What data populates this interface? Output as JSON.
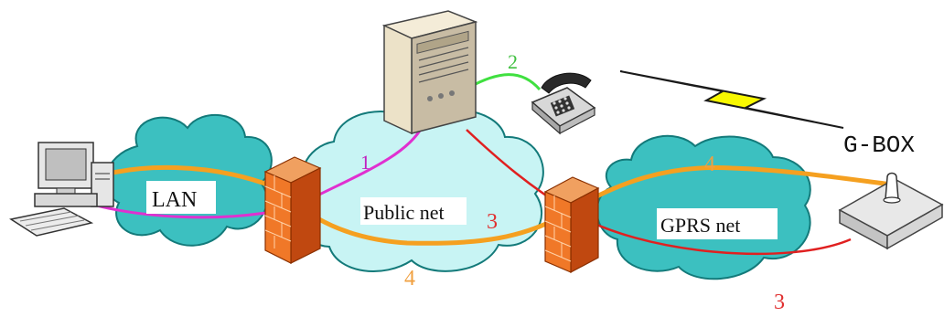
{
  "labels": {
    "lan": "LAN",
    "public_net": "Public net",
    "gprs_net": "GPRS net",
    "gbox": "G-BOX"
  },
  "path_numbers": {
    "n1": "1",
    "n2": "2",
    "n3_public": "3",
    "n3_bottom": "3",
    "n4_public": "4",
    "n4_gprs": "4"
  },
  "colors": {
    "cloud_dark": "#3cc0c0",
    "cloud_light": "#c8f4f4",
    "path_orange": "#f5a020",
    "path_red": "#e02020",
    "path_magenta": "#e030d0",
    "path_green": "#40e040",
    "lightning": "#f8f800",
    "num_orange": "#f0a040",
    "num_red": "#e03030",
    "num_magenta": "#c020c0",
    "num_green": "#40c040"
  },
  "icons": [
    "computer-icon",
    "server-icon",
    "telephone-icon",
    "firewall-icon",
    "lightning-icon",
    "gbox-router-icon"
  ]
}
